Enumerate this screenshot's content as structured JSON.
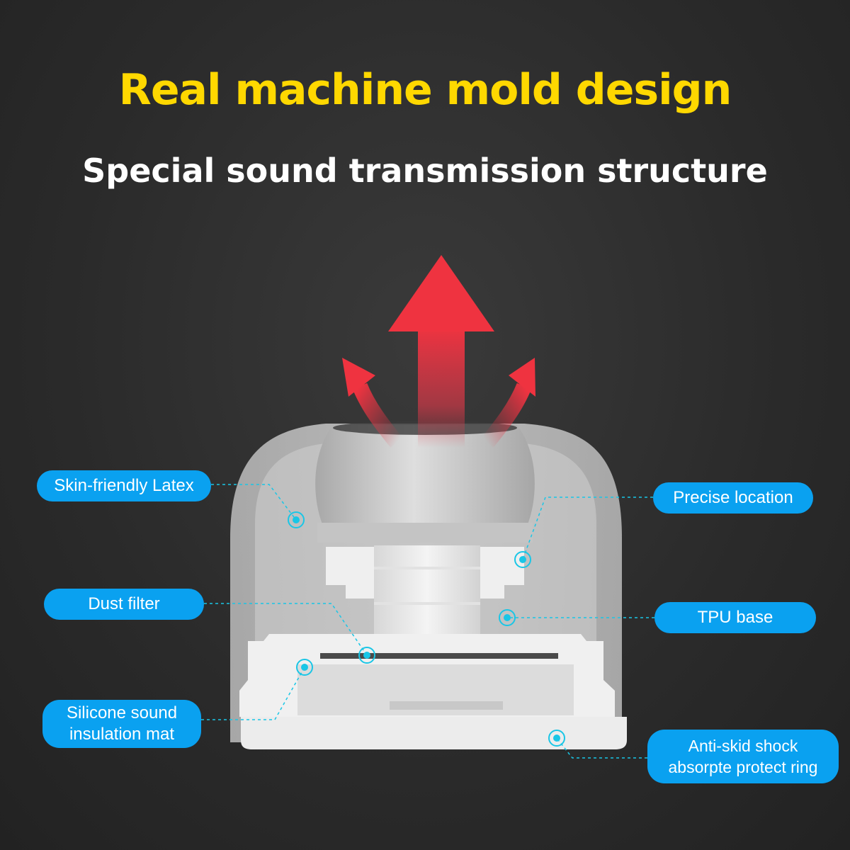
{
  "heading": {
    "title": "Real machine mold design",
    "subtitle": "Special sound transmission structure"
  },
  "labels": {
    "skin_latex": "Skin-friendly Latex",
    "dust_filter": "Dust filter",
    "silicone_mat_line1": "Silicone sound",
    "silicone_mat_line2": "insulation mat",
    "precise_location": "Precise location",
    "tpu_base": "TPU base",
    "anti_skid_line1": "Anti-skid shock",
    "anti_skid_line2": "absorpte protect ring"
  },
  "colors": {
    "title": "#ffd800",
    "subtitle": "#ffffff",
    "label_bg": "#0aa1f0",
    "marker": "#19c6e6",
    "arrow": "#e8384a"
  },
  "icons": {
    "sound_direction": "up-arrow",
    "side_flow": "curved-arrow"
  }
}
